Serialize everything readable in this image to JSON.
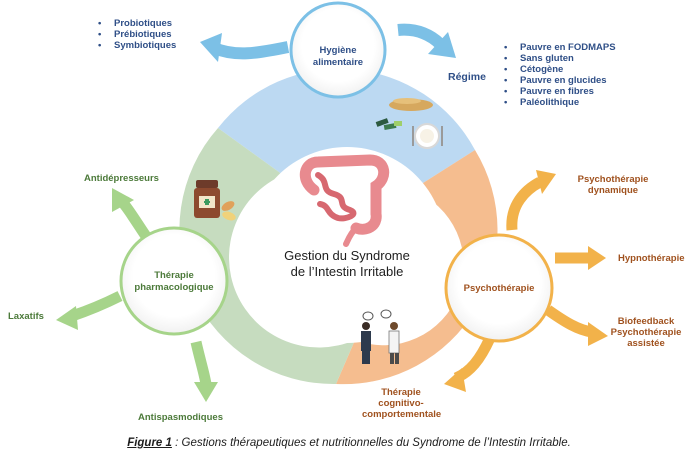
{
  "hubs": {
    "hygiene": "Hygiène alimentaire",
    "psycho": "Psychothérapie",
    "pharma": "Thérapie pharmacologique"
  },
  "center_title": "Gestion du Syndrome de l’Intestin Irritable",
  "hygiene_left_items": [
    "Probiotiques",
    "Prébiotiques",
    "Symbiotiques"
  ],
  "regime_label": "Régime",
  "regime_items": [
    "Pauvre en FODMAPS",
    "Sans gluten",
    "Cétogène",
    "Pauvre en glucides",
    "Pauvre en fibres",
    "Paléolithique"
  ],
  "psycho_items": {
    "dynamique": "Psychothérapie dynamique",
    "hypno": "Hypnothérapie",
    "biofeedback": "Biofeedback Psychothérapie assistée",
    "tcc": "Thérapie cognitivo-comportementale"
  },
  "pharma_items": {
    "antidep": "Antidépresseurs",
    "laxatifs": "Laxatifs",
    "antispas": "Antispasmodiques"
  },
  "caption": {
    "label": "Figure 1",
    "text": " : Gestions thérapeutiques et nutritionnelles du Syndrome de l’Intestin Irritable."
  },
  "colors": {
    "blue": "#2f4f87",
    "orange": "#a0521f",
    "green": "#4c7a3a",
    "ring_blue": "#bcd9f2",
    "ring_orange": "#f5bd8f",
    "ring_green": "#c6dcbf",
    "arrow_blue": "#7cc0e6",
    "arrow_orange": "#f2b24a",
    "arrow_green": "#a6d48a"
  }
}
